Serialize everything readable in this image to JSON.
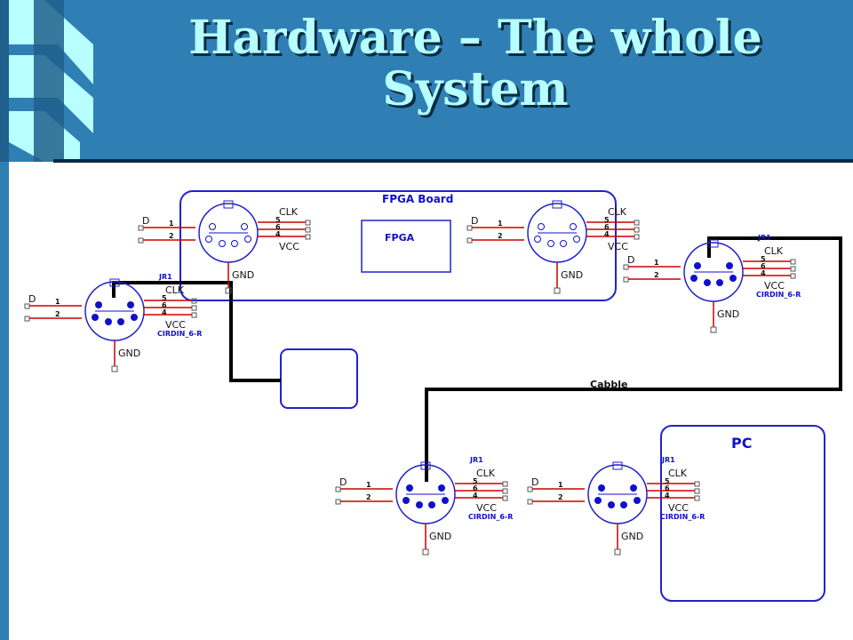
{
  "slide": {
    "title": "Hardware – The whole System"
  },
  "diagram": {
    "fpga_board_label": "FPGA Board",
    "fpga_chip_label": "FPGA",
    "pc_label": "PC",
    "cable_label": "Cabble",
    "connector": {
      "ref": "JR1",
      "part": "CIRDIN_6-R",
      "data_pin": "D",
      "clock": "CLK",
      "vcc": "VCC",
      "gnd": "GND",
      "pin1": "1",
      "pin2": "2",
      "pin5": "5",
      "pin6": "6",
      "pin4": "4"
    }
  },
  "colors": {
    "header": "#2f7fb4",
    "title_text": "#b8ffff",
    "schematic_blue": "#1010cc",
    "pin_red": "#cc0000",
    "wire": "#000000"
  }
}
